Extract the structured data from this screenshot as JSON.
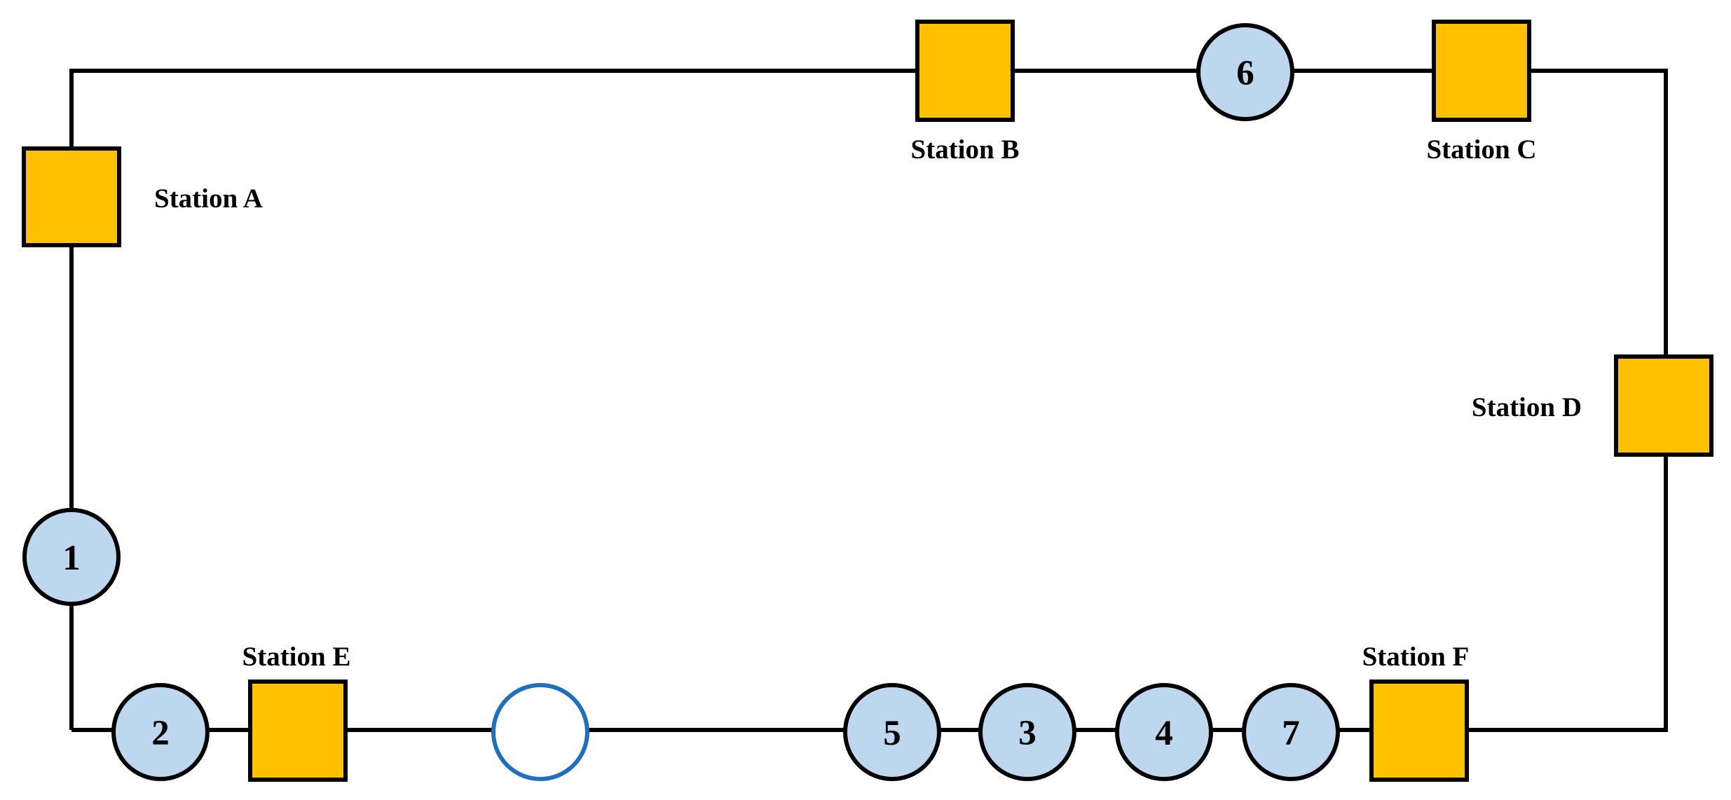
{
  "colors": {
    "track": "#000000",
    "station_fill": "#FFC000",
    "vehicle_fill": "#BDD7EE",
    "empty_slot_stroke": "#1F6FBF",
    "empty_slot_fill": "#FFFFFF"
  },
  "stations": {
    "a": {
      "label": "Station A"
    },
    "b": {
      "label": "Station B"
    },
    "c": {
      "label": "Station C"
    },
    "d": {
      "label": "Station D"
    },
    "e": {
      "label": "Station E"
    },
    "f": {
      "label": "Station F"
    }
  },
  "vehicles": {
    "v1": {
      "label": "1"
    },
    "v2": {
      "label": "2"
    },
    "v3": {
      "label": "3"
    },
    "v4": {
      "label": "4"
    },
    "v5": {
      "label": "5"
    },
    "v6": {
      "label": "6"
    },
    "v7": {
      "label": "7"
    }
  }
}
